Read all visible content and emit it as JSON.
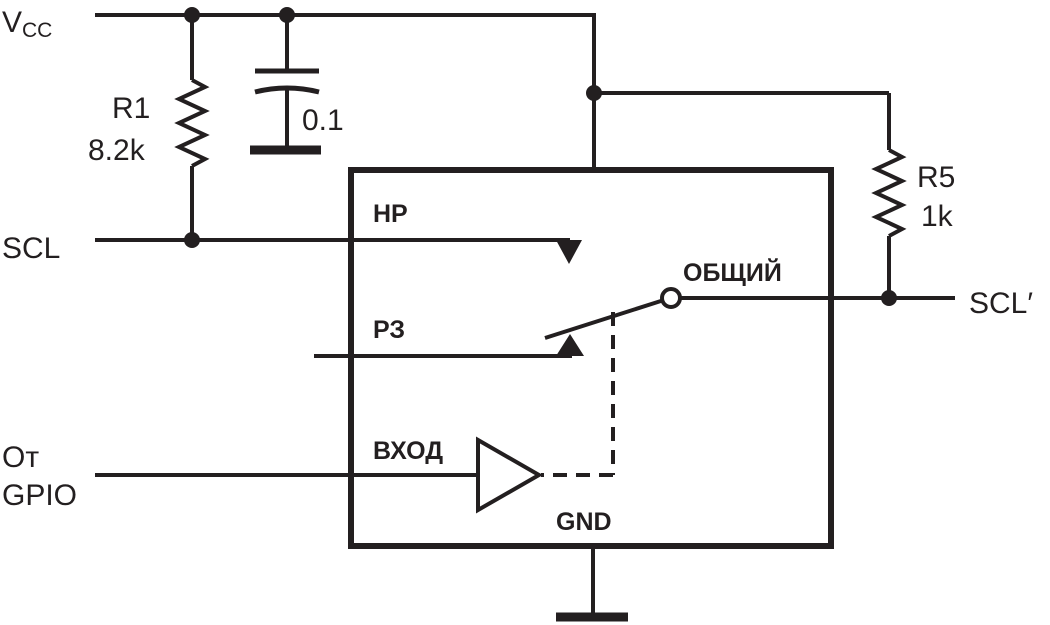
{
  "labels": {
    "vcc_main": "V",
    "vcc_sub": "CC",
    "r1_name": "R1",
    "r1_value": "8.2k",
    "cap_value": "0.1",
    "scl_in": "SCL",
    "r5_name": "R5",
    "r5_value": "1k",
    "scl_out": "SCL′",
    "gpio_line1": "От",
    "gpio_line2": "GPIO"
  },
  "pins": {
    "nc": "НР",
    "no": "РЗ",
    "common": "ОБЩИЙ",
    "input": "ВХОД",
    "ground": "GND"
  }
}
